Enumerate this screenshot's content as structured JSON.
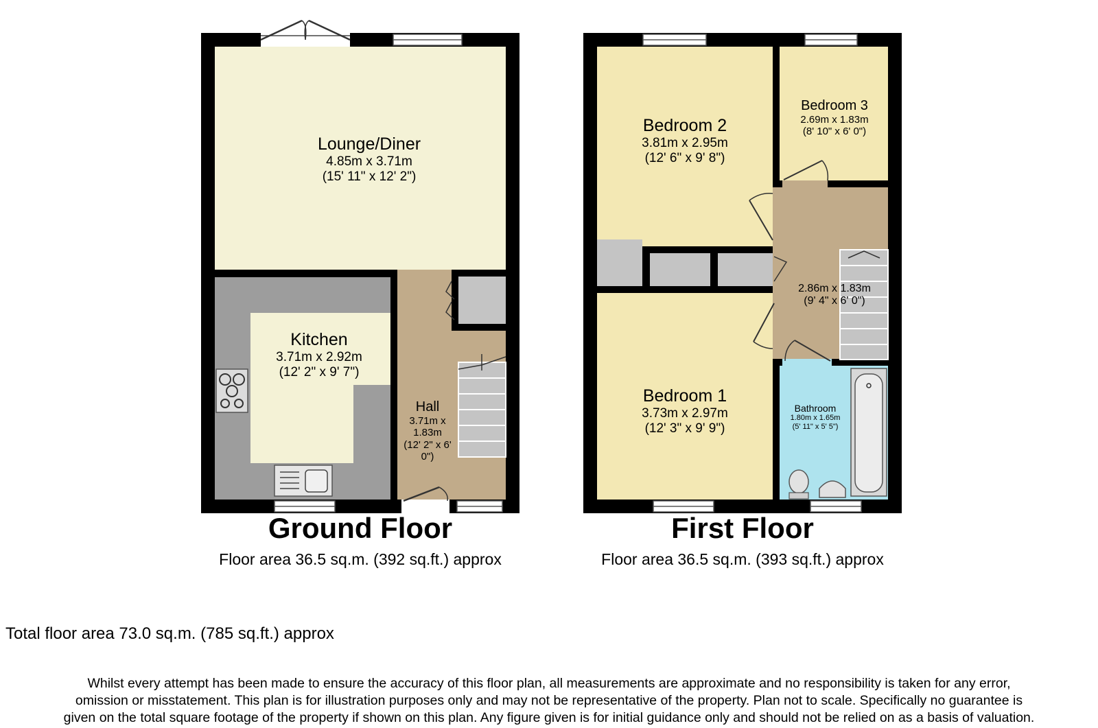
{
  "colors": {
    "wall": "#000000",
    "lounge": "#f4f2d6",
    "kitchen_counter": "#9d9d9d",
    "kitchen_floor": "#f4f2d6",
    "hall": "#c1ab8a",
    "cupboard": "#c4c4c4",
    "bedroom": "#f3e8b4",
    "bedroom3": "#f3e8b4",
    "bathroom": "#aee3ee"
  },
  "ground_floor": {
    "title": "Ground Floor",
    "area": "Floor area 36.5 sq.m. (392 sq.ft.) approx",
    "rooms": {
      "lounge": {
        "name": "Lounge/Diner",
        "dim_m": "4.85m x 3.71m",
        "dim_ft": "(15' 11\" x 12' 2\")"
      },
      "kitchen": {
        "name": "Kitchen",
        "dim_m": "3.71m x 2.92m",
        "dim_ft": "(12' 2\" x 9' 7\")"
      },
      "hall": {
        "name": "Hall",
        "dim_line1": "3.71m x",
        "dim_line2": "1.83m",
        "dim_line3": "(12' 2\" x 6'",
        "dim_line4": "0\")"
      }
    }
  },
  "first_floor": {
    "title": "First Floor",
    "area": "Floor area 36.5 sq.m. (393 sq.ft.) approx",
    "rooms": {
      "bedroom2": {
        "name": "Bedroom 2",
        "dim_m": "3.81m x 2.95m",
        "dim_ft": "(12' 6\" x 9' 8\")"
      },
      "bedroom3": {
        "name": "Bedroom 3",
        "dim_m": "2.69m x 1.83m",
        "dim_ft": "(8' 10\" x 6' 0\")"
      },
      "landing": {
        "dim_m": "2.86m x 1.83m",
        "dim_ft": "(9' 4\" x 6' 0\")"
      },
      "bedroom1": {
        "name": "Bedroom 1",
        "dim_m": "3.73m x 2.97m",
        "dim_ft": "(12' 3\" x 9' 9\")"
      },
      "bathroom": {
        "name": "Bathroom",
        "dim_m": "1.80m x 1.65m",
        "dim_ft": "(5' 11\" x 5' 5\")"
      }
    }
  },
  "total_area": "Total floor area 73.0 sq.m. (785 sq.ft.) approx",
  "disclaimer": [
    "Whilst every attempt has been made to ensure the accuracy of this floor plan, all measurements are approximate and no responsibility is taken for any error,",
    "omission or misstatement. This plan is for illustration purposes only and may not be representative of the property. Plan not to scale. Specifically no guarantee is",
    "given on the total square footage of the property if shown on this plan. Any figure given is for initial guidance only and should not be relied on as a basis of valuation."
  ]
}
